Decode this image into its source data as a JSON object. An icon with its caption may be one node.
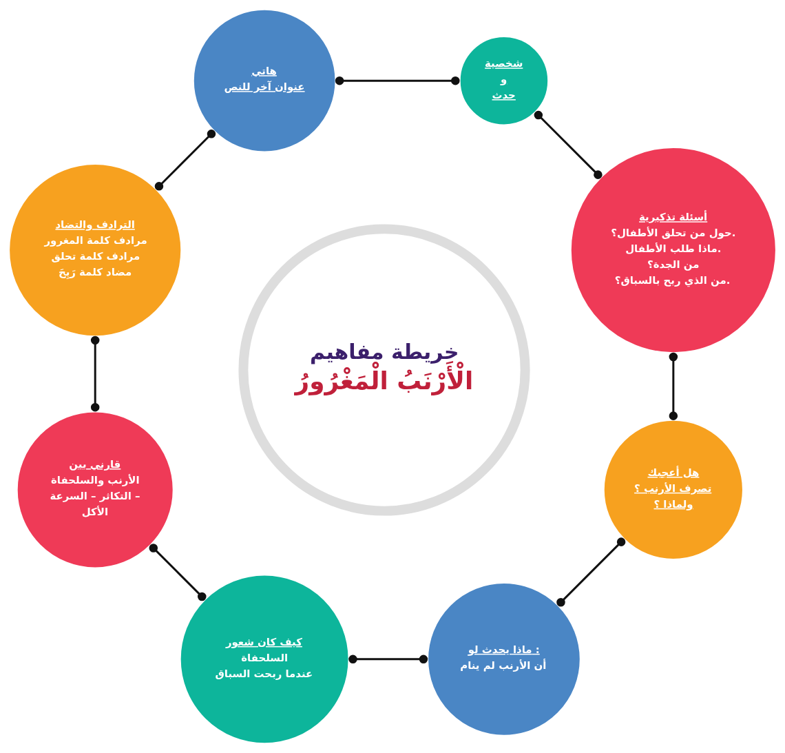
{
  "diagram": {
    "nodes": [
      {
        "text": [
          "خريطة مفاهيم",
          "الْأَرْنَبُ الْمَغْرُورُ"
        ]
      },
      {
        "text": [
          "أسئلة تذكيرية",
          "حول من تحلق الأطفال؟.",
          "ماذا طلب الأطفال.",
          "من الجدة؟",
          "من الذي ربح بالسباق؟."
        ]
      },
      {
        "text": [
          "شخصية",
          "و",
          "حدث"
        ]
      },
      {
        "text": [
          "هاتي",
          "عنوان آخر للنص"
        ]
      },
      {
        "text": [
          "الترادف والتضاد",
          "مرادف كلمة المغرور",
          "مرادف كلمة تحلق",
          "مضاد كلمة رَبِحَ"
        ]
      },
      {
        "text": [
          "قارني بين",
          "الأرنب والسلحفاة",
          "التكاثر – السرعة –",
          "الأكل"
        ]
      },
      {
        "text": [
          "كيف كان شعور",
          "السلحفاة",
          "عندما ربحت السباق"
        ]
      },
      {
        "text": [
          "ماذا يحدث لو :",
          "أن الأرنب لم ينام"
        ]
      },
      {
        "text": [
          "هل أعجبك",
          "تصرف الأرنب ؟",
          "ولماذا ؟"
        ]
      }
    ],
    "edges": [
      {
        "from": 1,
        "to": 2,
        "arrow": "other"
      },
      {
        "from": 2,
        "to": 3,
        "arrow": "other"
      },
      {
        "from": 3,
        "to": 4,
        "arrow": "other"
      },
      {
        "from": 4,
        "to": 5,
        "arrow": "other"
      },
      {
        "from": 5,
        "to": 6,
        "arrow": "other"
      },
      {
        "from": 6,
        "to": 7,
        "arrow": "other"
      },
      {
        "from": 7,
        "to": 8,
        "arrow": "other"
      },
      {
        "from": 8,
        "to": 1,
        "arrow": "other"
      }
    ]
  }
}
